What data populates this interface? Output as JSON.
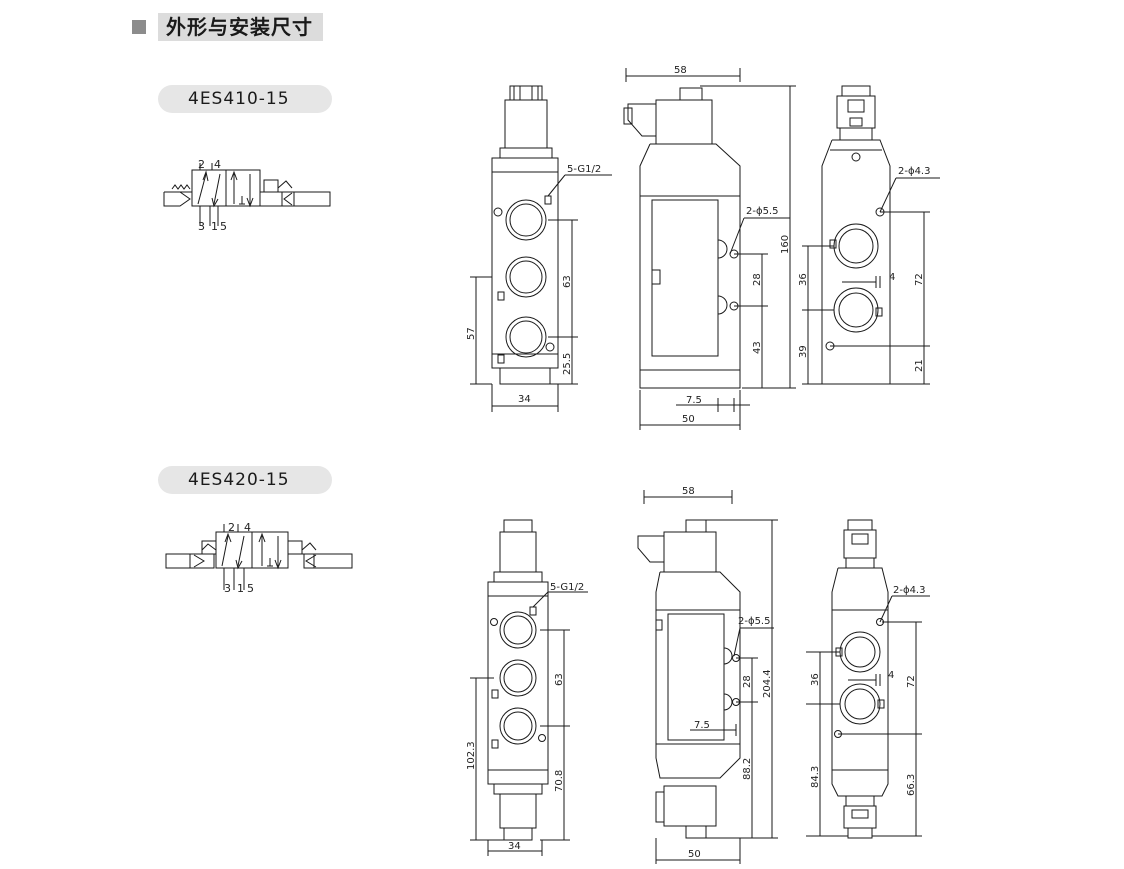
{
  "header": {
    "title": "外形与安装尺寸"
  },
  "models": [
    {
      "name": "4ES410-15",
      "symbol_ports": [
        "2",
        "4",
        "3",
        "1",
        "5"
      ],
      "front": {
        "port_label": "5-G1/2",
        "dims": {
          "width": "34",
          "pitch": "63",
          "height": "57",
          "bottom": "25.5"
        }
      },
      "side": {
        "top_width": "58",
        "total_height": "160",
        "hole_label": "2-ϕ5.5",
        "hole_pitch": "28",
        "hole_height": "43",
        "offset": "7.5",
        "bottom_width": "50"
      },
      "end": {
        "hole_label": "2-ϕ4.3",
        "port_pitch": "36",
        "lower": "39",
        "offset": "4",
        "hole_span": "72",
        "hole_low": "21"
      }
    },
    {
      "name": "4ES420-15",
      "symbol_ports": [
        "2",
        "4",
        "3",
        "1",
        "5"
      ],
      "front": {
        "port_label": "5-G1/2",
        "dims": {
          "width": "34",
          "pitch": "63",
          "height": "102.3",
          "bottom": "70.8"
        }
      },
      "side": {
        "top_width": "58",
        "total_height": "204.4",
        "hole_label": "2-ϕ5.5",
        "hole_pitch": "28",
        "hole_height": "88.2",
        "offset": "7.5",
        "bottom_width": "50"
      },
      "end": {
        "hole_label": "2-ϕ4.3",
        "port_pitch": "36",
        "lower": "84.3",
        "offset": "4",
        "hole_span": "72",
        "hole_low": "66.3"
      }
    }
  ]
}
